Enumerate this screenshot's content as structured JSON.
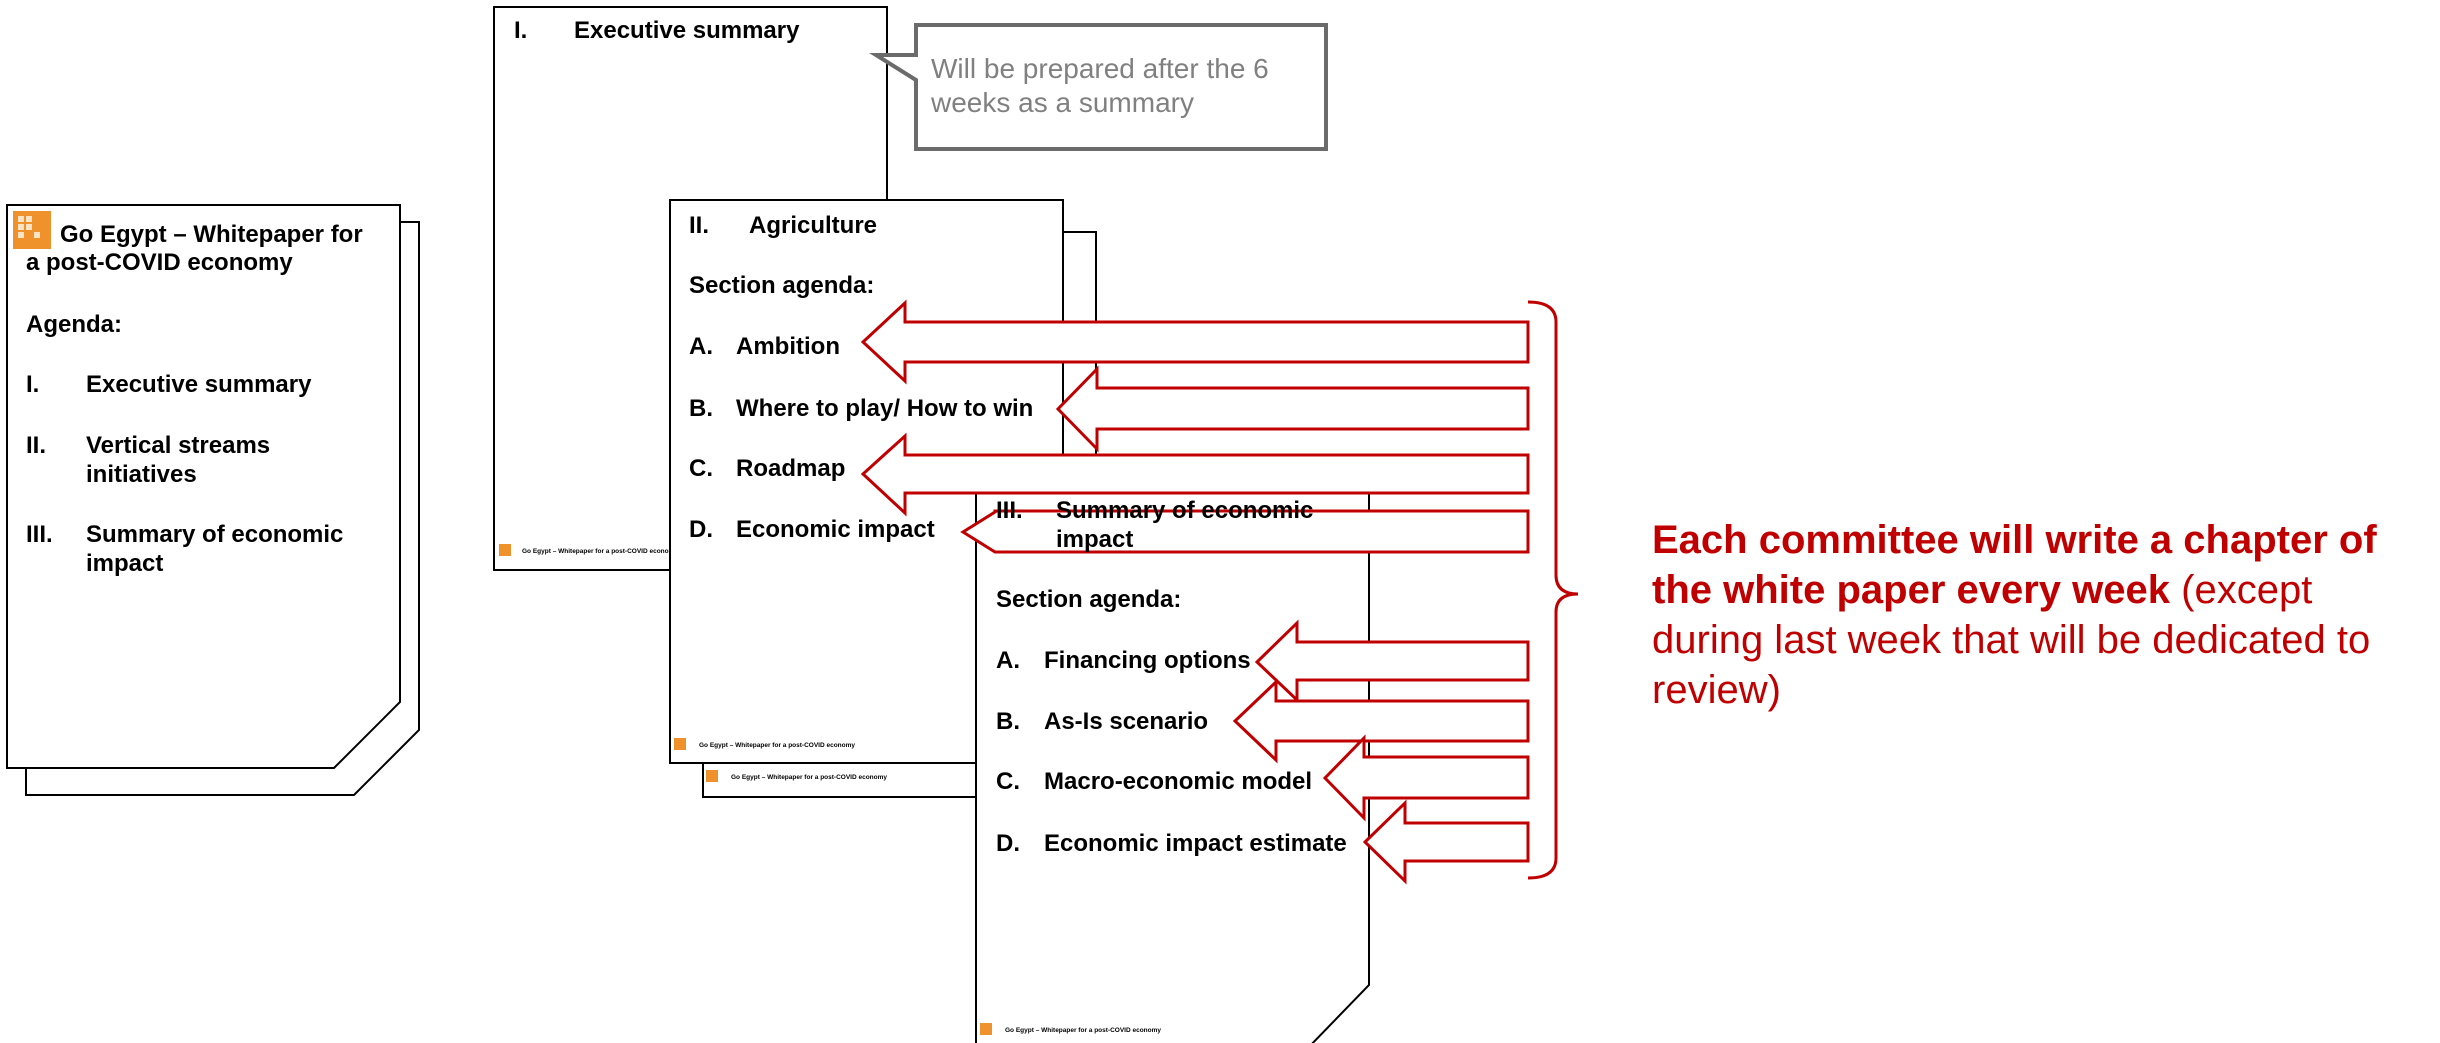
{
  "cover_doc": {
    "title_line1": "Go Egypt – Whitepaper for",
    "title_line2": "a post-COVID economy",
    "agenda_label": "Agenda:",
    "items": [
      {
        "num": "I.",
        "line1": "Executive summary",
        "line2": ""
      },
      {
        "num": "II.",
        "line1": "Vertical streams",
        "line2": "initiatives"
      },
      {
        "num": "III.",
        "line1": "Summary of economic",
        "line2": "impact"
      }
    ]
  },
  "exec_doc": {
    "num": "I.",
    "title": "Executive summary",
    "footer": "Go Egypt – Whitepaper for a post-COVID economy"
  },
  "callout": {
    "text": "Will be prepared after the 6 weeks as a summary"
  },
  "agri_doc": {
    "num": "II.",
    "title": "Agriculture",
    "section_label": "Section agenda:",
    "items": [
      {
        "letter": "A.",
        "label": "Ambition"
      },
      {
        "letter": "B.",
        "label": "Where to play/ How to win"
      },
      {
        "letter": "C.",
        "label": "Roadmap"
      },
      {
        "letter": "D.",
        "label": "Economic impact"
      }
    ],
    "footer": "Go Egypt – Whitepaper for a post-COVID economy",
    "back_footer": "Go Egypt – Whitepaper for a post-COVID economy"
  },
  "econ_doc": {
    "num": "III.",
    "title_line1": "Summary of economic",
    "title_line2": "impact",
    "section_label": "Section agenda:",
    "items": [
      {
        "letter": "A.",
        "label": "Financing options"
      },
      {
        "letter": "B.",
        "label": "As-Is scenario"
      },
      {
        "letter": "C.",
        "label": "Macro-economic model"
      },
      {
        "letter": "D.",
        "label": "Economic impact estimate"
      }
    ],
    "footer": "Go Egypt – Whitepaper for a post-COVID economy"
  },
  "committee_note": {
    "bold": "Each committee will write a chapter of the white paper every week",
    "rest": " (except during last week that will be dedicated to review)"
  },
  "colors": {
    "accent_red": "#c00000",
    "logo_orange": "#f0922b",
    "callout_gray": "#808080"
  }
}
